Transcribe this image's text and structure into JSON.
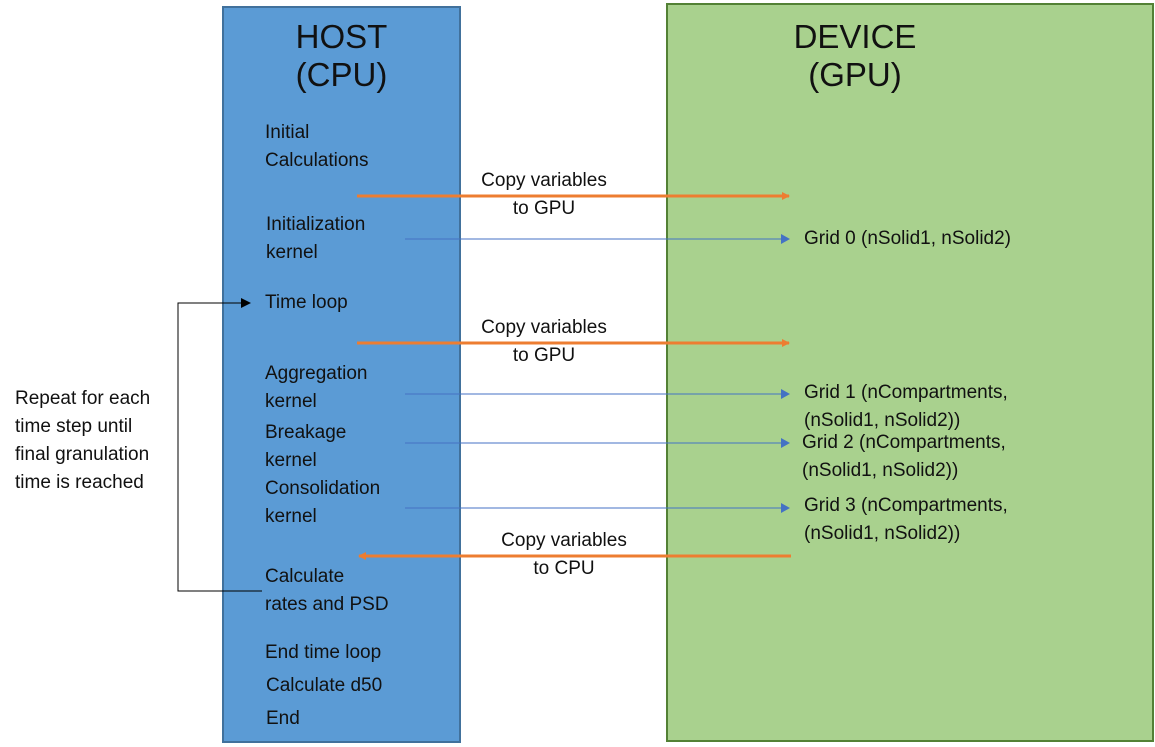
{
  "host": {
    "title": "HOST\n(CPU)",
    "steps": {
      "initial": "Initial\nCalculations",
      "init_kernel": "Initialization\nkernel",
      "time_loop": "Time loop",
      "aggregation": "Aggregation\nkernel",
      "breakage": "Breakage\nkernel",
      "consolidation": "Consolidation\nkernel",
      "calc_rates": "Calculate\nrates and PSD",
      "end_loop": "End time loop",
      "calc_d50": "Calculate d50",
      "end": "End"
    }
  },
  "device": {
    "title": "DEVICE\n(GPU)",
    "grids": {
      "grid0": "Grid 0 (nSolid1, nSolid2)",
      "grid1": "Grid 1 (nCompartments,\n(nSolid1, nSolid2))",
      "grid2": "Grid 2 (nCompartments,\n(nSolid1, nSolid2))",
      "grid3": "Grid 3 (nCompartments,\n(nSolid1, nSolid2))"
    }
  },
  "transfers": {
    "copy1": "Copy variables\nto GPU",
    "copy2": "Copy variables\nto GPU",
    "copy3": "Copy variables\nto CPU"
  },
  "loop_note": "Repeat for each\ntime step until\nfinal granulation\ntime is reached",
  "colors": {
    "host_fill": "#5b9bd5",
    "device_fill": "#a9d18e",
    "copy_arrow": "#ed7d31",
    "kernel_arrow": "#4472c4",
    "loop_arrow": "#000000"
  }
}
